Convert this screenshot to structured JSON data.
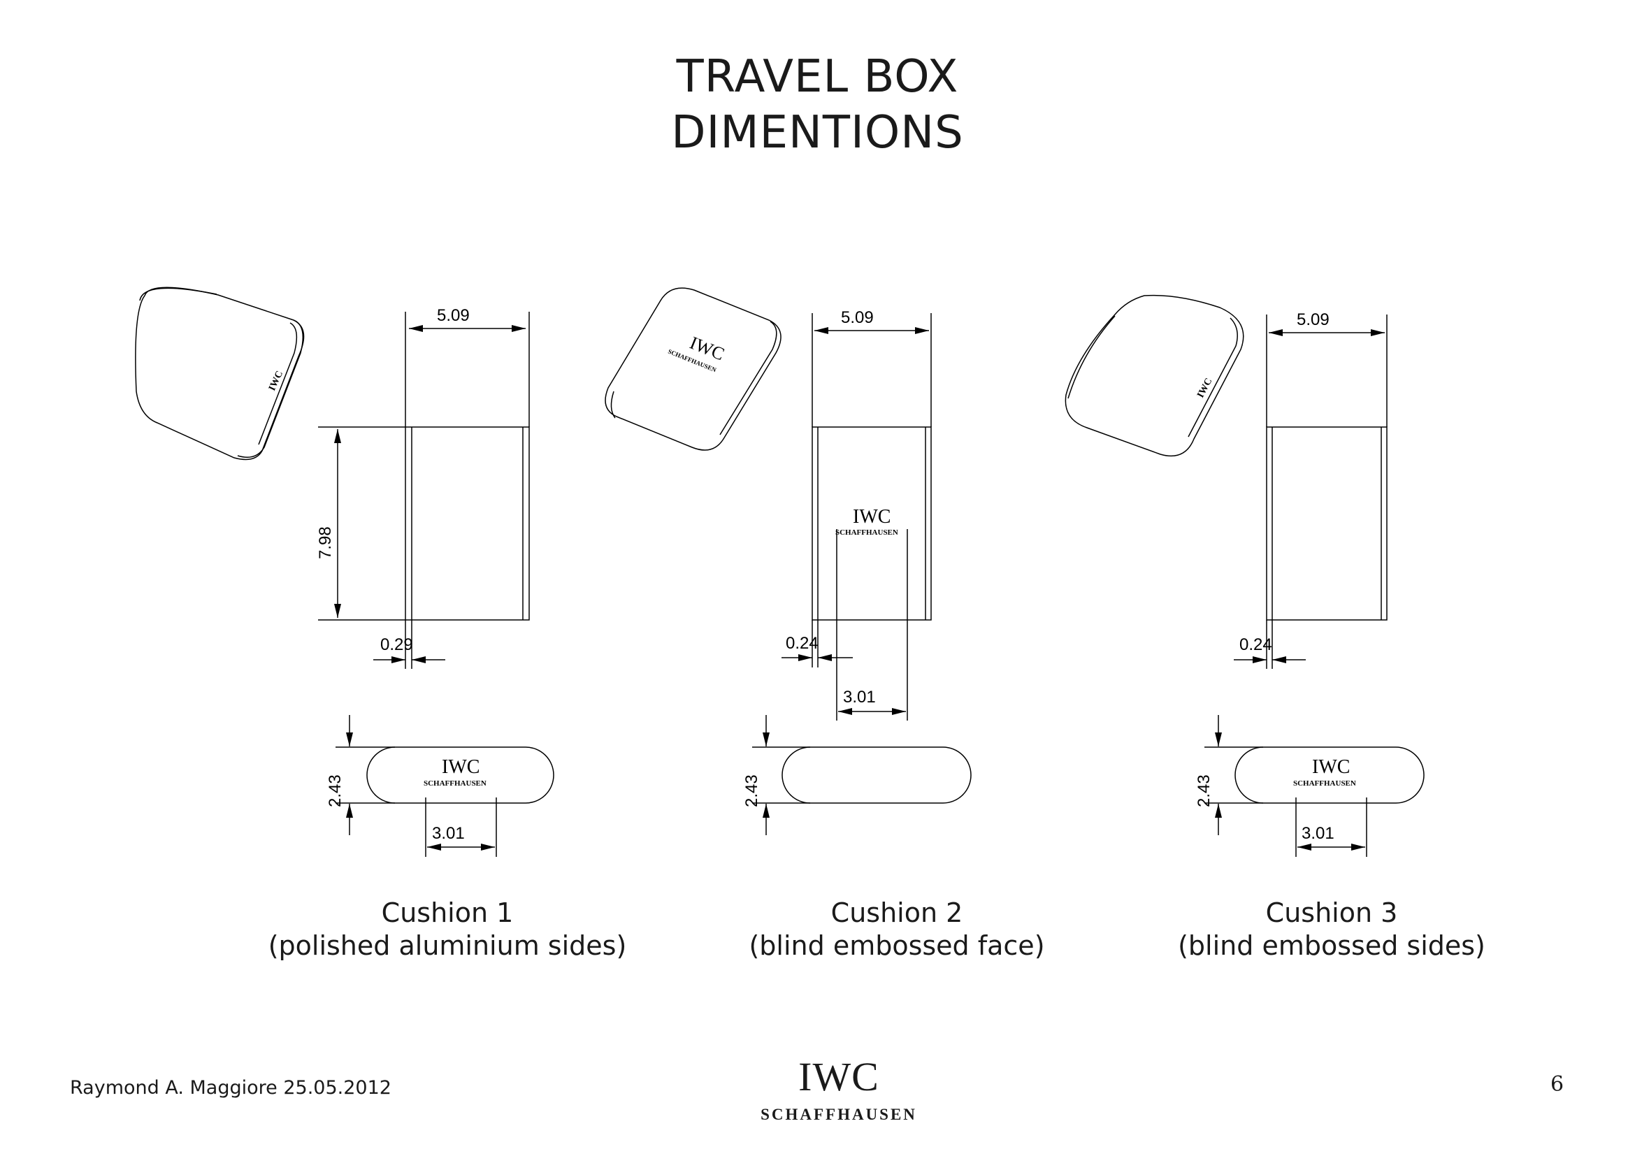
{
  "title": {
    "line1": "TRAVEL BOX",
    "line2": "DIMENTIONS"
  },
  "logo": {
    "brand": "IWC",
    "sub": "SCHAFFHAUSEN"
  },
  "cushions": [
    {
      "caption_line1": "Cushion 1",
      "caption_line2": "(polished aluminium sides)",
      "width": "5.09",
      "height": "7.98",
      "side": "0.29",
      "thickness": "2.43",
      "logo_width": "3.01"
    },
    {
      "caption_line1": "Cushion 2",
      "caption_line2": "(blind embossed face)",
      "width": "5.09",
      "side": "0.24",
      "logo_width": "3.01",
      "thickness": "2.43"
    },
    {
      "caption_line1": "Cushion 3",
      "caption_line2": "(blind embossed sides)",
      "width": "5.09",
      "side": "0.24",
      "thickness": "2.43",
      "logo_width": "3.01"
    }
  ],
  "footer": {
    "author": "Raymond A. Maggiore 25.05.2012",
    "page": "6"
  }
}
